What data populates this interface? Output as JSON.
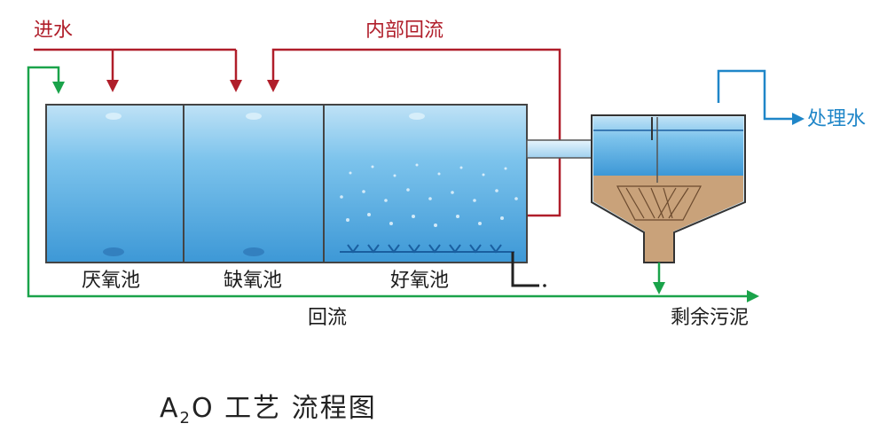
{
  "labels": {
    "inflow": "进水",
    "internal_reflux": "内部回流",
    "treated_water": "处理水",
    "anaerobic": "厌氧池",
    "anoxic": "缺氧池",
    "aerobic": "好氧池",
    "return_flow": "回流",
    "excess_sludge": "剩余污泥"
  },
  "title": {
    "a": "A",
    "sub": "2",
    "o": "O",
    "rest": "工艺 流程图"
  },
  "colors": {
    "inflow_line": "#b01e2a",
    "return_line": "#1aa34a",
    "treated_line": "#1f86c8",
    "tank_water": "#5fb4e6",
    "sludge": "#c9a27a"
  }
}
